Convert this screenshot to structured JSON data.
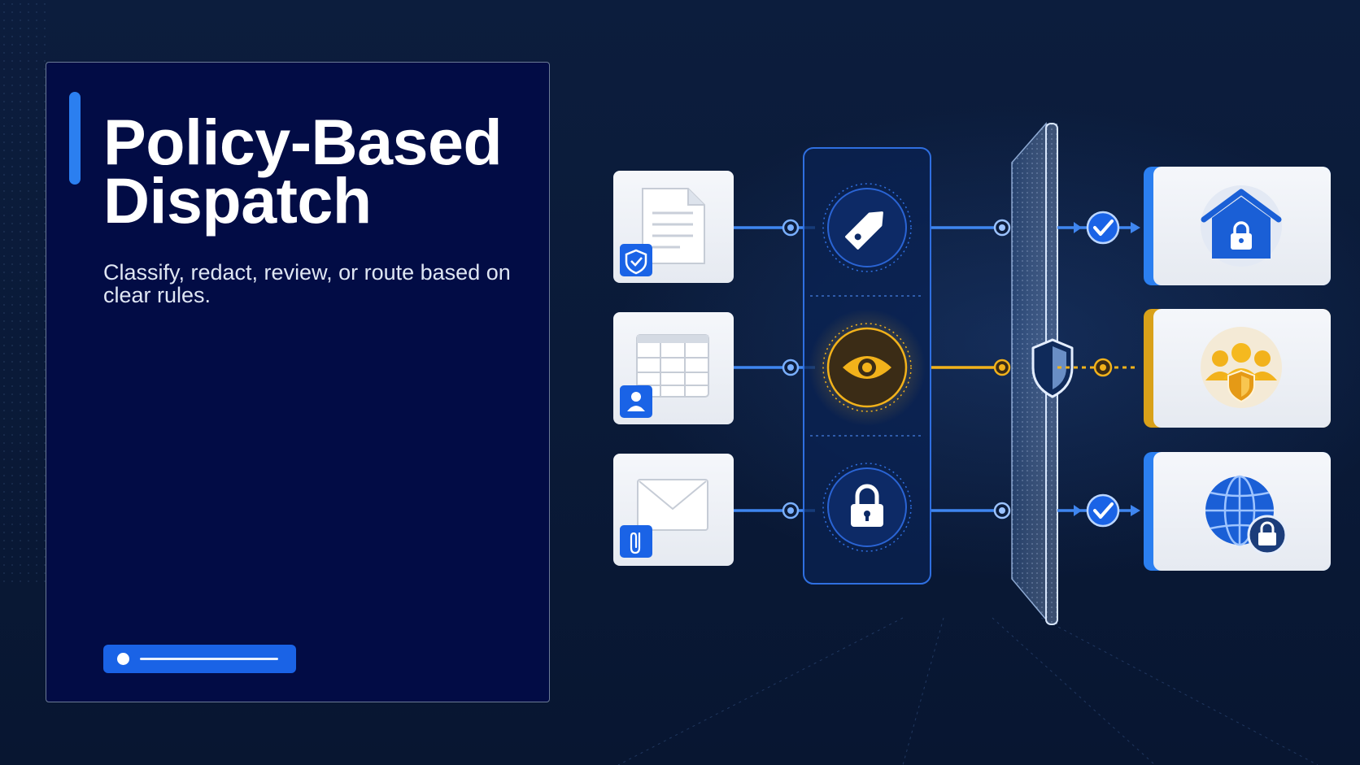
{
  "slide": {
    "title_line1": "Policy-Based",
    "title_line2": "Dispatch",
    "subtitle": "Classify, redact, review, or route based on clear rules."
  },
  "icons": {
    "inputs": [
      "document-shield-icon",
      "table-user-icon",
      "envelope-attachment-icon"
    ],
    "policies": [
      "tag-icon",
      "eye-icon",
      "lock-icon"
    ],
    "gateway": "shield-icon",
    "checks": [
      "check-circle-icon",
      "check-circle-icon"
    ],
    "destinations": [
      "home-lock-icon",
      "users-shield-icon",
      "globe-lock-icon"
    ]
  },
  "colors": {
    "accent": "#2b7ff0",
    "review": "#f2b21b",
    "panel": "#020c45",
    "background": "#0b1b3a"
  }
}
